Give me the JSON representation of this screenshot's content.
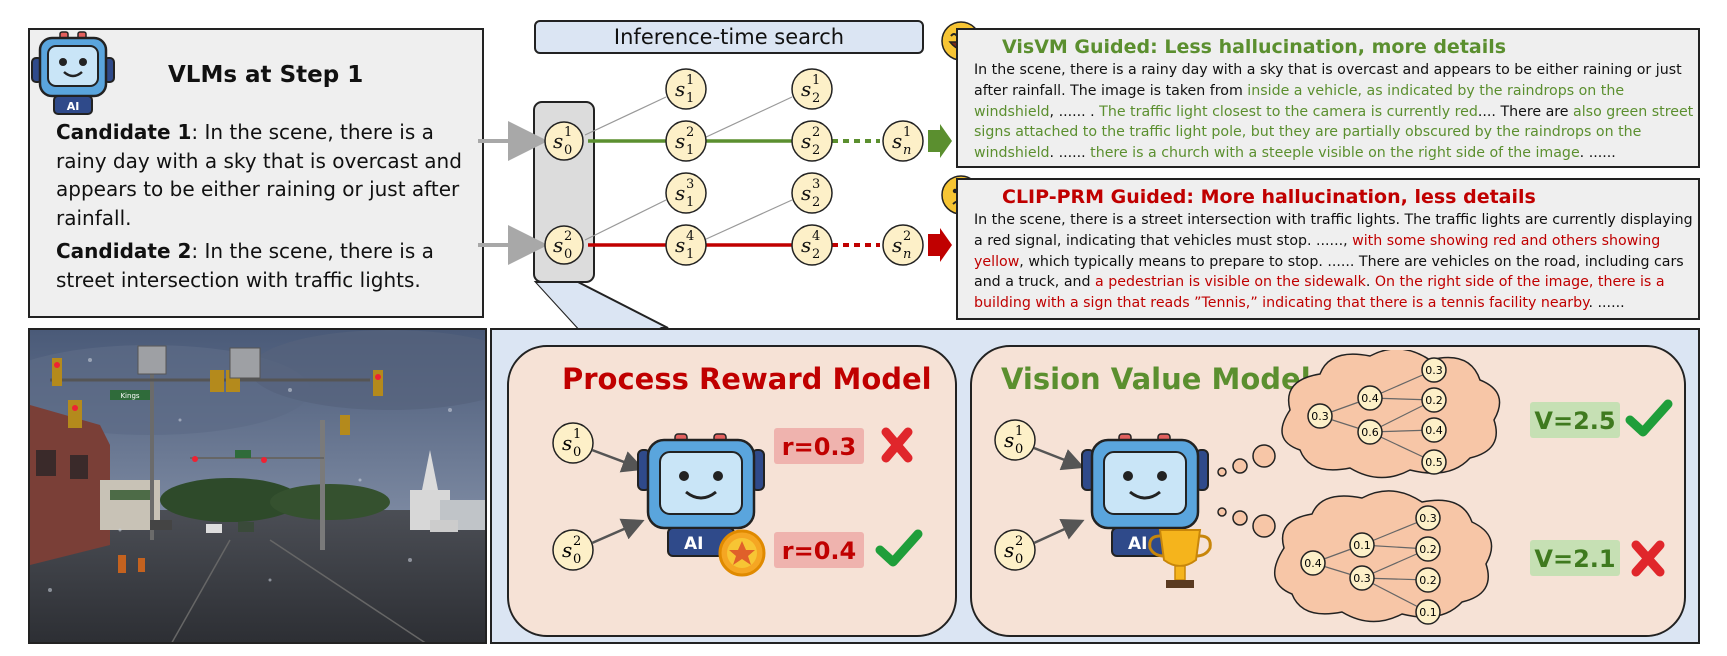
{
  "left_panel": {
    "title": "VLMs at Step 1",
    "candidate1_label": "Candidate 1",
    "candidate1_text": ": In the scene, there is a rainy day with a sky that is overcast and appears to be either raining or just after rainfall.",
    "candidate2_label": "Candidate 2",
    "candidate2_text": ": In the scene, there is a street intersection with traffic lights."
  },
  "search": {
    "title": "Inference-time search"
  },
  "visvm_output": {
    "title": "VisVM Guided: Less hallucination, more details",
    "text": "In the scene, there is a rainy day with a sky that is overcast and appears to be either raining or just after rainfall. The image is taken from inside a vehicle, as indicated by the raindrops on the windshield, ...... . The traffic light closest to the camera is currently red.... There are also green street signs attached to the traffic light pole, but they are partially obscured by the raindrops on the windshield. ...... there is a church with a steeple visible on the right side of the image. ......",
    "seg1": "In the scene, there is a rainy day with a sky that is overcast and appears to be either raining or just after rainfall. The image is taken from ",
    "seg2": "inside a vehicle, as indicated by the raindrops on the windshield",
    "seg3": ", ...... . ",
    "seg4": "The traffic light closest to the camera is currently red",
    "seg5": ".... There are ",
    "seg6": "also green street signs attached to the traffic light pole, but they are partially obscured by the raindrops on the windshield",
    "seg7": ". ...... ",
    "seg8": "there is a church with a steeple visible on the right side of the image",
    "seg9": ". ......"
  },
  "clip_output": {
    "title": "CLIP-PRM Guided: More hallucination, less details",
    "seg1": "In the scene, there is a street intersection with traffic lights. The traffic lights are currently displaying a red signal, indicating that vehicles must stop. ......, ",
    "seg2": "with some showing red and others showing yellow",
    "seg3": ", which typically means to prepare to stop. ...... There are vehicles on the road, including cars and a truck, and ",
    "seg4": "a pedestrian is visible on the sidewalk",
    "seg5": ". ",
    "seg6": "On the right side of the image, there is a building with a sign that reads ”Tennis,” indicating that there is a tennis facility nearby",
    "seg7": ". ......"
  },
  "prm": {
    "title": "Process Reward Model",
    "r1": "r=0.3",
    "r2": "r=0.4"
  },
  "vvm": {
    "title": "Vision Value Model",
    "v1": "V=2.5",
    "v2": "V=2.1",
    "cloud1_values": [
      "0.3",
      "0.4",
      "0.6",
      "0.3",
      "0.2",
      "0.4",
      "0.5"
    ],
    "cloud2_values": [
      "0.4",
      "0.1",
      "0.3",
      "0.3",
      "0.2",
      "0.2",
      "0.1"
    ]
  },
  "photo": {
    "sign_text": "Kings"
  },
  "robot": {
    "chest_label": "AI"
  },
  "colors": {
    "green": "#5b8f2f",
    "red": "#c00000",
    "node_fill": "#fdf0c8",
    "cloud_fill": "#f7c6a7"
  }
}
